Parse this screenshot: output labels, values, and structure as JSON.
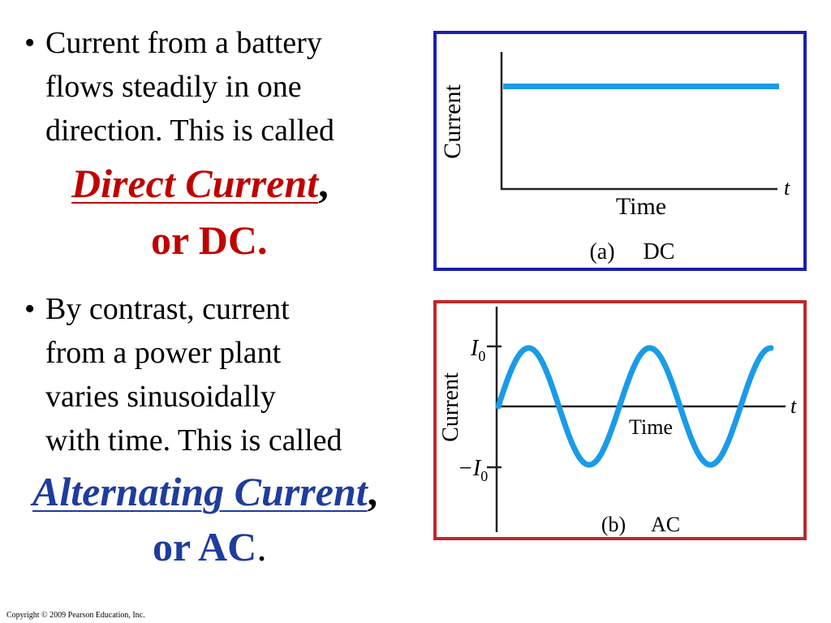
{
  "bullets": [
    {
      "lines": [
        "Current from a battery",
        "flows steadily in one",
        "direction. This is called"
      ],
      "term": "Direct Current",
      "term_punct": ",",
      "abbr": "or DC."
    },
    {
      "lines": [
        "By contrast, current",
        "from a power plant",
        "varies sinusoidally",
        "with time.  This is called"
      ],
      "term": "Alternating Current",
      "term_punct": ",",
      "abbr_main": "or AC",
      "abbr_punct": "."
    }
  ],
  "bullet_glyph": "•",
  "colors": {
    "dc_accent": "#c00000",
    "ac_accent": "#1f3c9e",
    "dc_border": "#1a1fb0",
    "ac_border": "#c0282b",
    "wave": "#1a9be8",
    "axis": "#222222"
  },
  "diagram_dc": {
    "y_axis_label": "Current",
    "x_axis_label": "Time",
    "x_axis_symbol": "t",
    "caption_letter": "(a)",
    "caption_text": "DC",
    "current_level": 0.75
  },
  "diagram_ac": {
    "y_axis_label": "Current",
    "x_axis_label": "Time",
    "x_axis_symbol": "t",
    "tick_top_label": "I",
    "tick_top_sub": "0",
    "tick_bottom_label": "−I",
    "tick_bottom_sub": "0",
    "caption_letter": "(b)",
    "caption_text": "AC",
    "cycles": 2.25
  },
  "copyright": "Copyright © 2009 Pearson Education, Inc."
}
